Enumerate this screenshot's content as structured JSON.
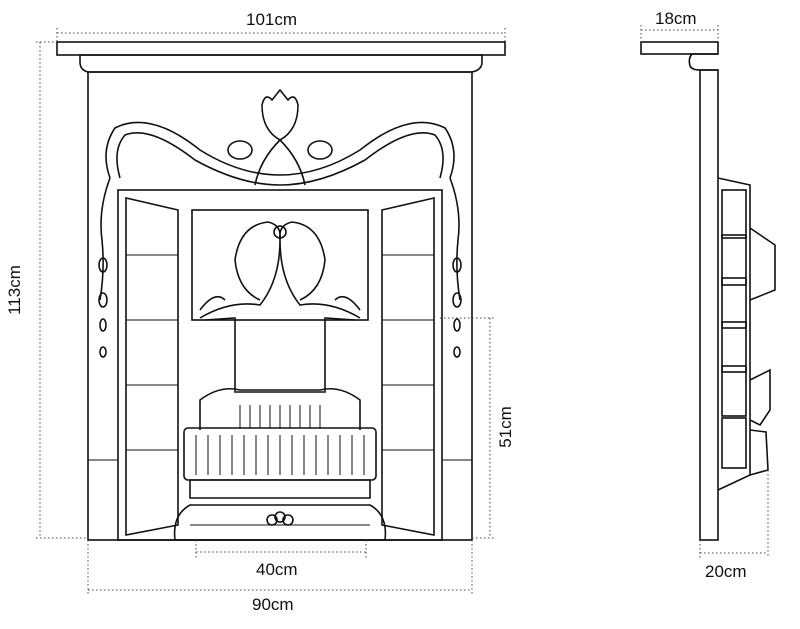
{
  "front_view": {
    "width_top": "101cm",
    "height": "113cm",
    "width_bottom": "90cm",
    "grate_width": "40cm",
    "opening_height": "51cm"
  },
  "side_view": {
    "shelf_depth": "18cm",
    "total_depth": "20cm"
  }
}
